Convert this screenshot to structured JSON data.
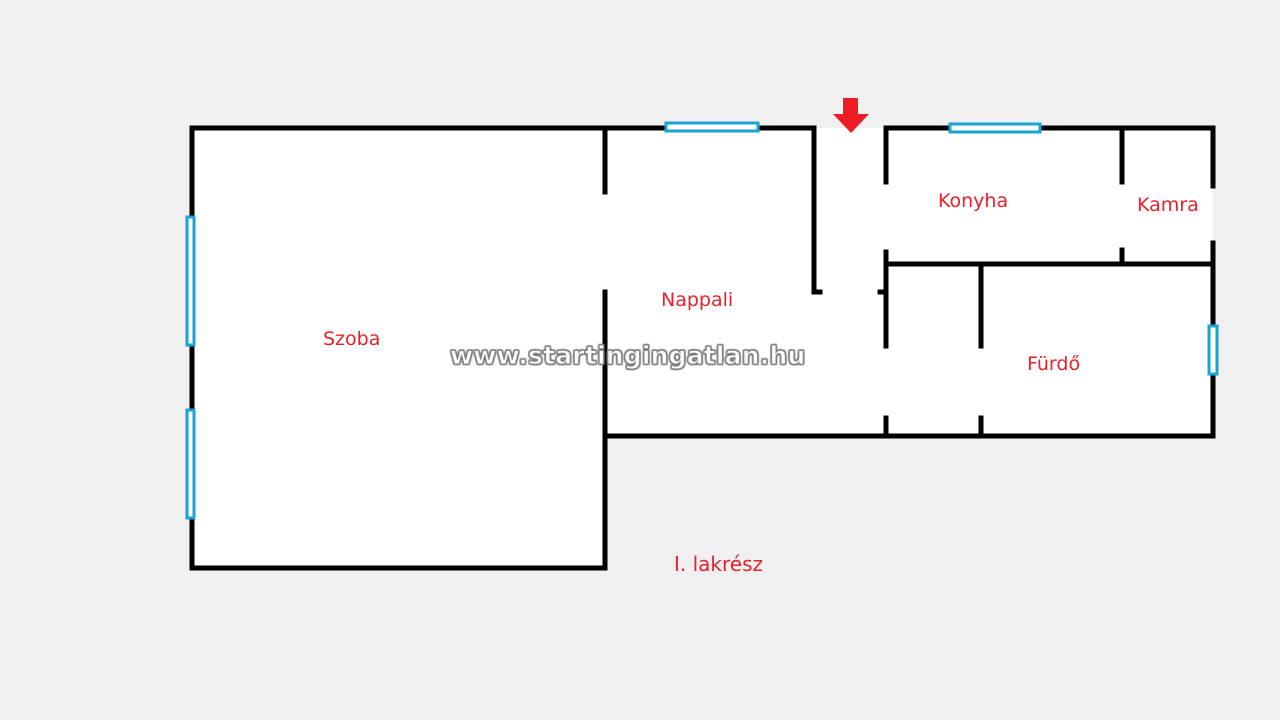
{
  "rooms": {
    "szoba": "Szoba",
    "nappali": "Nappali",
    "konyha": "Konyha",
    "kamra": "Kamra",
    "furdo": "Fürdő"
  },
  "section_label": "I. lakrész",
  "watermark": "www.startingingatlan.hu",
  "colors": {
    "background": "#f0f0f0",
    "floor": "#ffffff",
    "wall": "#000000",
    "window": "#1aa3d4",
    "label": "#e8222a",
    "entrance_arrow": "#ee1c24"
  },
  "icons": {
    "entrance": "down-arrow-icon"
  }
}
